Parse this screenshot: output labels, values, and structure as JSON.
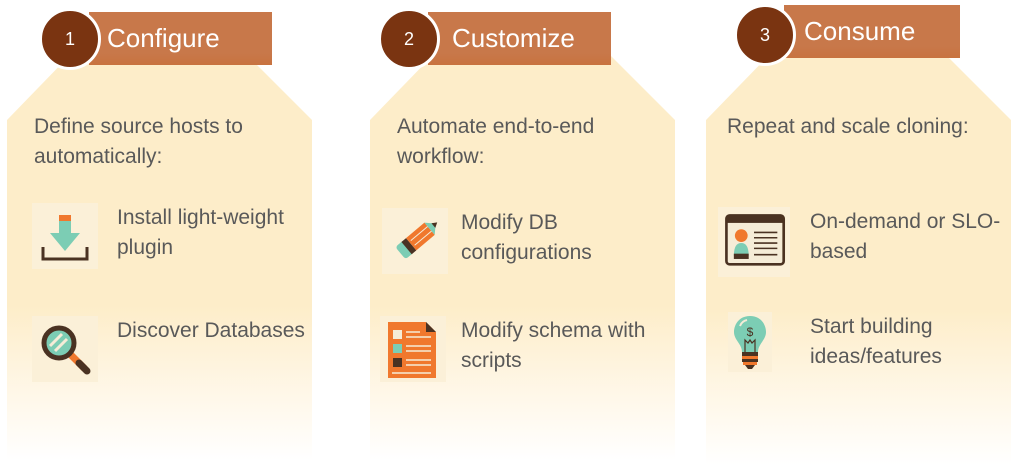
{
  "colors": {
    "header_bar": "#c8784a",
    "step_circle": "#7a3411",
    "panel_fill": "#fdedc9",
    "text": "#595959",
    "icon_teal": "#7ccdb4",
    "icon_orange": "#f0782d",
    "icon_brown": "#4a3222"
  },
  "steps": [
    {
      "number": "1",
      "title": "Configure",
      "intro": "Define source hosts to automatically:",
      "items": [
        {
          "icon": "download-icon",
          "label": "Install light-weight plugin"
        },
        {
          "icon": "magnifier-icon",
          "label": "Discover Databases"
        }
      ]
    },
    {
      "number": "2",
      "title": "Customize",
      "intro": "Automate end-to-end workflow:",
      "items": [
        {
          "icon": "pencil-icon",
          "label": "Modify DB configurations"
        },
        {
          "icon": "document-list-icon",
          "label": "Modify schema with scripts"
        }
      ]
    },
    {
      "number": "3",
      "title": "Consume",
      "intro": "Repeat and scale cloning:",
      "items": [
        {
          "icon": "profile-card-icon",
          "label": "On-demand or SLO-based"
        },
        {
          "icon": "lightbulb-dollar-icon",
          "label": "Start building ideas/features"
        }
      ]
    }
  ]
}
